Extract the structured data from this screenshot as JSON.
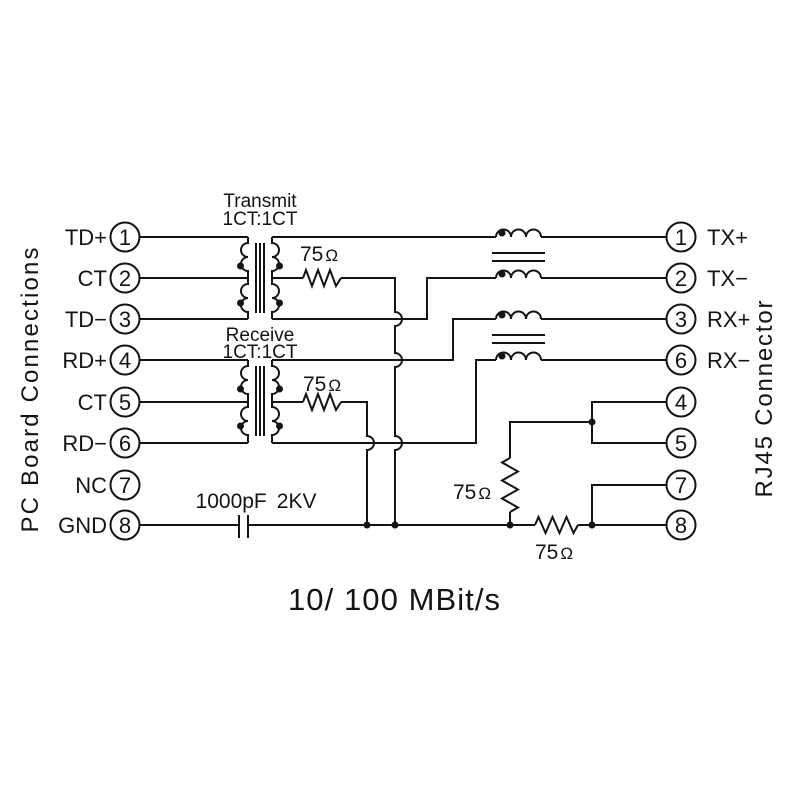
{
  "colors": {
    "ink": "#141414",
    "background": "#ffffff"
  },
  "title": "10/ 100 MBit/s",
  "pc_side": {
    "header": "PC Board Connections",
    "pins": [
      {
        "num": "1",
        "label": "TD+"
      },
      {
        "num": "2",
        "label": "CT"
      },
      {
        "num": "3",
        "label": "TD−"
      },
      {
        "num": "4",
        "label": "RD+"
      },
      {
        "num": "5",
        "label": "CT"
      },
      {
        "num": "6",
        "label": "RD−"
      },
      {
        "num": "7",
        "label": "NC"
      },
      {
        "num": "8",
        "label": "GND"
      }
    ]
  },
  "rj45_side": {
    "header": "RJ45 Connector",
    "pins": [
      {
        "num": "1",
        "label": "TX+"
      },
      {
        "num": "2",
        "label": "TX−"
      },
      {
        "num": "3",
        "label": "RX+"
      },
      {
        "num": "6",
        "label": "RX−"
      },
      {
        "num": "4",
        "label": ""
      },
      {
        "num": "5",
        "label": ""
      },
      {
        "num": "7",
        "label": ""
      },
      {
        "num": "8",
        "label": ""
      }
    ]
  },
  "transformers": [
    {
      "name": "Transmit",
      "ratio": "1CT:1CT"
    },
    {
      "name": "Receive",
      "ratio": "1CT:1CT"
    }
  ],
  "resistors": [
    {
      "value": "75",
      "unit": "Ω"
    },
    {
      "value": "75",
      "unit": "Ω"
    },
    {
      "value": "75",
      "unit": "Ω"
    },
    {
      "value": "75",
      "unit": "Ω"
    }
  ],
  "capacitor": {
    "value": "1000pF",
    "rating": "2KV"
  }
}
